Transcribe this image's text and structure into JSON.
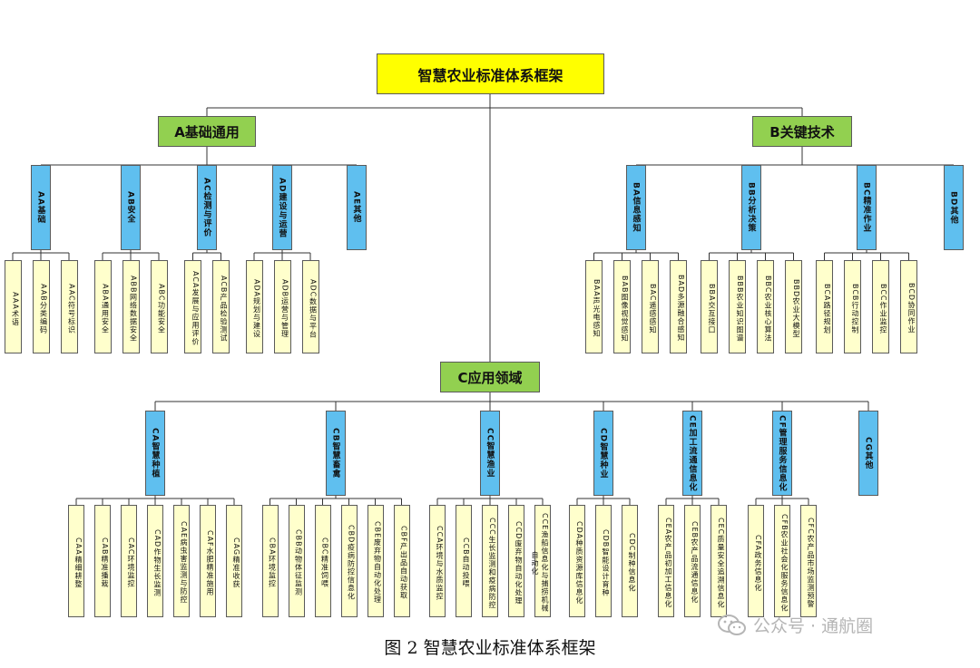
{
  "root": {
    "label": "智慧农业标准体系框架"
  },
  "groups": [
    {
      "label": "A基础通用",
      "children": [
        {
          "label": "AA基础",
          "children": [
            "AAA术语",
            "AAB分类编码",
            "AAC符号标识"
          ]
        },
        {
          "label": "AB安全",
          "children": [
            "ABA通用安全",
            "ABB网络数据安全",
            "ABC功能安全"
          ]
        },
        {
          "label": "AC检测与评价",
          "children": [
            "ACA发展与应用评价",
            "ACB产品检验测试"
          ]
        },
        {
          "label": "AD建设与运营",
          "children": [
            "ADA规划与建设",
            "ADB运营与管理",
            "ADC数据与平台"
          ]
        },
        {
          "label": "AE其他",
          "children": []
        }
      ]
    },
    {
      "label": "B关键技术",
      "children": [
        {
          "label": "BA信息感知",
          "children": [
            "BAA声光电感知",
            "BAB图像视觉感知",
            "BAC遥感感知",
            "BAD多源融合感知"
          ]
        },
        {
          "label": "BB分析决策",
          "children": [
            "BBA交互接口",
            "BBB农业知识图谱",
            "BBC农业核心算法",
            "BBD农业大模型"
          ]
        },
        {
          "label": "BC精准作业",
          "children": [
            "BCA路径规划",
            "BCB行动控制",
            "BCC作业监控",
            "BCD协同作业"
          ]
        },
        {
          "label": "BD其他",
          "children": []
        }
      ]
    },
    {
      "label": "C应用领域",
      "children": [
        {
          "label": "CA智慧种植",
          "children": [
            "CAA精细耕整",
            "CAB精准播栽",
            "CAC环境监控",
            "CAD作物生长监测",
            "CAE病虫害监测与防控",
            "CAF水肥精准施用",
            "CAG精准收获"
          ]
        },
        {
          "label": "CB智慧畜禽",
          "children": [
            "CBA环境监控",
            "CBB动物体征监测",
            "CBC精准饲喂",
            "CBD疫病防控信息化",
            "CBE废弃物自动化处理",
            "CBF产出品自动获取"
          ]
        },
        {
          "label": "CC智慧渔业",
          "children": [
            "CCA环境与水质监控",
            "CCB自动投喂",
            "CCC生长监测和疫病防控",
            "CCD废弃物自动化处理",
            "CCE渔船信息化与捕捞机械自动化"
          ]
        },
        {
          "label": "CD智慧种业",
          "children": [
            "CDA种质资源库信息化",
            "CDB智能设计育种",
            "CDC制种信息化"
          ]
        },
        {
          "label": "CE加工流通信息化",
          "children": [
            "CEA农产品初加工信息化",
            "CEB农产品流通信息化",
            "CEC质量安全追溯信息化"
          ]
        },
        {
          "label": "CF管理服务信息化",
          "children": [
            "CFA政务信息化",
            "CFB农业社会化服务信息化",
            "CFC农产品市场监测预警"
          ]
        },
        {
          "label": "CG其他",
          "children": []
        }
      ]
    }
  ],
  "caption": "图 2  智慧农业标准体系框架",
  "watermark": "公众号 · 通航圈"
}
